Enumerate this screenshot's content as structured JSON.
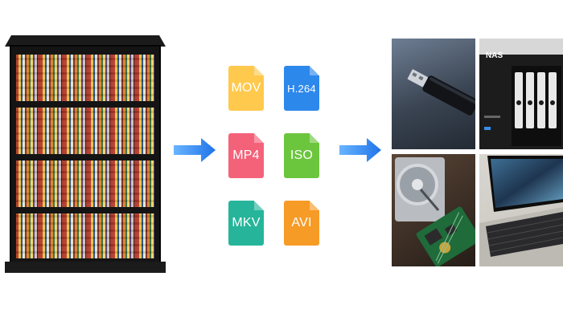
{
  "formats": {
    "mov": "MOV",
    "h264": "H.264",
    "mp4": "MP4",
    "iso": "ISO",
    "mkv": "MKV",
    "avi": "AVI"
  },
  "storage": {
    "nas_label": "NAS"
  },
  "colors": {
    "arrow": "#2f86f2",
    "mov": "#ffc94d",
    "h264": "#2d88ec",
    "mp4": "#f4627a",
    "iso": "#6cc63d",
    "mkv": "#26b59a",
    "avi": "#f79b27"
  },
  "icons": [
    "arrow-right-icon",
    "file-icon"
  ]
}
